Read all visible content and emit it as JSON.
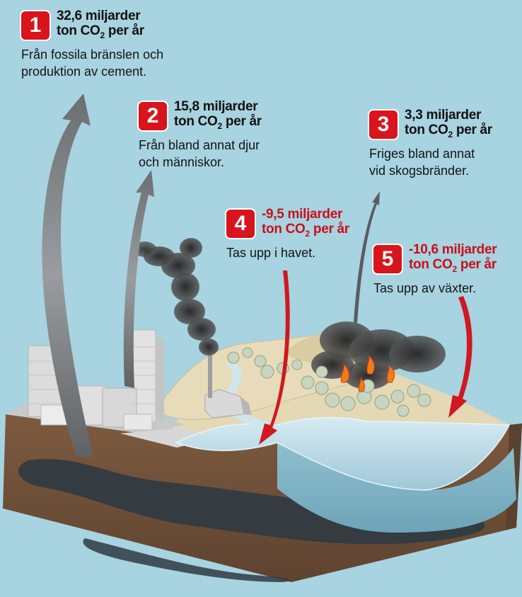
{
  "flows": [
    {
      "number": "1",
      "amount_line1": "32,6 miljarder",
      "amount_line2_pre": "ton CO",
      "amount_sub": "2",
      "amount_line2_post": " per år",
      "description_line1": "Från fossila bränslen och",
      "description_line2": "produktion av cement.",
      "direction": "emission",
      "color": "#111111"
    },
    {
      "number": "2",
      "amount_line1": "15,8 miljarder",
      "amount_line2_pre": "ton CO",
      "amount_sub": "2",
      "amount_line2_post": " per år",
      "description_line1": "Från bland annat djur",
      "description_line2": "och människor.",
      "direction": "emission",
      "color": "#111111"
    },
    {
      "number": "3",
      "amount_line1": "3,3 miljarder",
      "amount_line2_pre": "ton CO",
      "amount_sub": "2",
      "amount_line2_post": " per år",
      "description_line1": "Friges bland annat",
      "description_line2": "vid skogsbränder.",
      "direction": "emission",
      "color": "#111111"
    },
    {
      "number": "4",
      "amount_line1": "-9,5 miljarder",
      "amount_line2_pre": "ton CO",
      "amount_sub": "2",
      "amount_line2_post": " per år",
      "description_line1": "Tas upp i havet.",
      "description_line2": "",
      "direction": "uptake",
      "color": "#c8101a"
    },
    {
      "number": "5",
      "amount_line1": "-10,6 miljarder",
      "amount_line2_pre": "ton CO",
      "amount_sub": "2",
      "amount_line2_post": " per år",
      "description_line1": "Tas upp av växter.",
      "description_line2": "",
      "direction": "uptake",
      "color": "#c8101a"
    }
  ],
  "colors": {
    "sky": "#a8d3e0",
    "badge": "#d8141c",
    "uptake_arrow": "#d01820",
    "emission_arrow": "#7a7d80",
    "soil": "#7a5a3e",
    "water": "#bcdbe8",
    "land": "#e3d5b0"
  }
}
